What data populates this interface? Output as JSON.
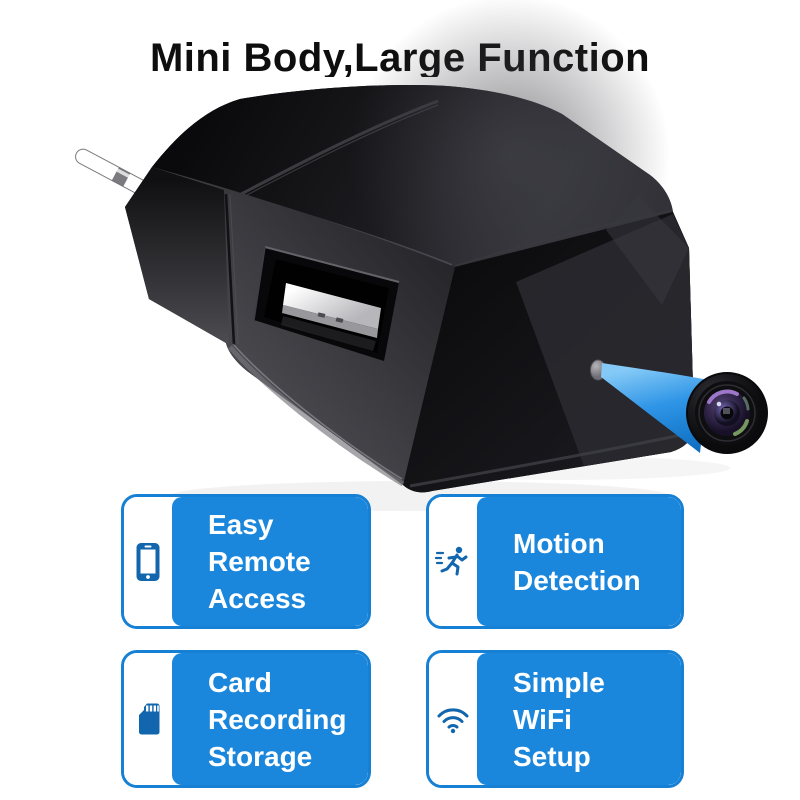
{
  "header": {
    "title": "Mini Body,Large Function"
  },
  "product": {
    "label": "usb-wall-charger-hidden-camera",
    "parts": [
      "eu-plug-pin",
      "usb-a-port",
      "pinhole-camera",
      "zoom-callout-beam",
      "camera-lens"
    ]
  },
  "features": [
    {
      "icon": "smartphone-icon",
      "lines": [
        "Easy",
        "Remote",
        "Access"
      ]
    },
    {
      "icon": "running-person-icon",
      "lines": [
        "Motion",
        "Detection"
      ]
    },
    {
      "icon": "sd-card-icon",
      "lines": [
        "Card",
        "Recording",
        "Storage"
      ]
    },
    {
      "icon": "wifi-icon",
      "lines": [
        "Simple",
        "WiFi",
        "Setup"
      ]
    }
  ],
  "theme": {
    "card_blue": "#1b87dc",
    "card_border": "#1680d4",
    "icon_blue": "#1166ad",
    "label_text": "#ffffff",
    "title_color": "#0e0e0e",
    "beam_blue": "#2f95e6",
    "body_black": "#121214"
  }
}
